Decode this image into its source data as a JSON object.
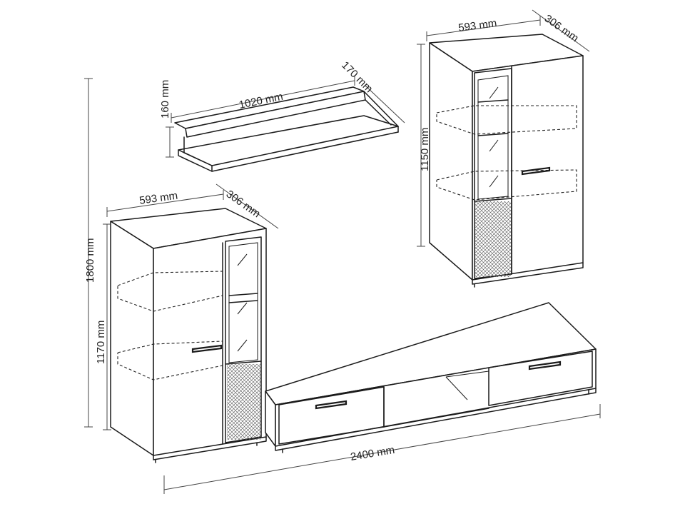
{
  "dimensions": {
    "total_height": "1800 mm",
    "left_cabinet_height": "1170 mm",
    "left_cabinet_width": "593 mm",
    "left_cabinet_depth": "306 mm",
    "shelf_height": "160 mm",
    "shelf_width": "1020 mm",
    "shelf_depth": "170 mm",
    "wall_cabinet_width": "593 mm",
    "wall_cabinet_depth": "306 mm",
    "wall_cabinet_height": "1150 mm",
    "total_width": "2400 mm"
  }
}
